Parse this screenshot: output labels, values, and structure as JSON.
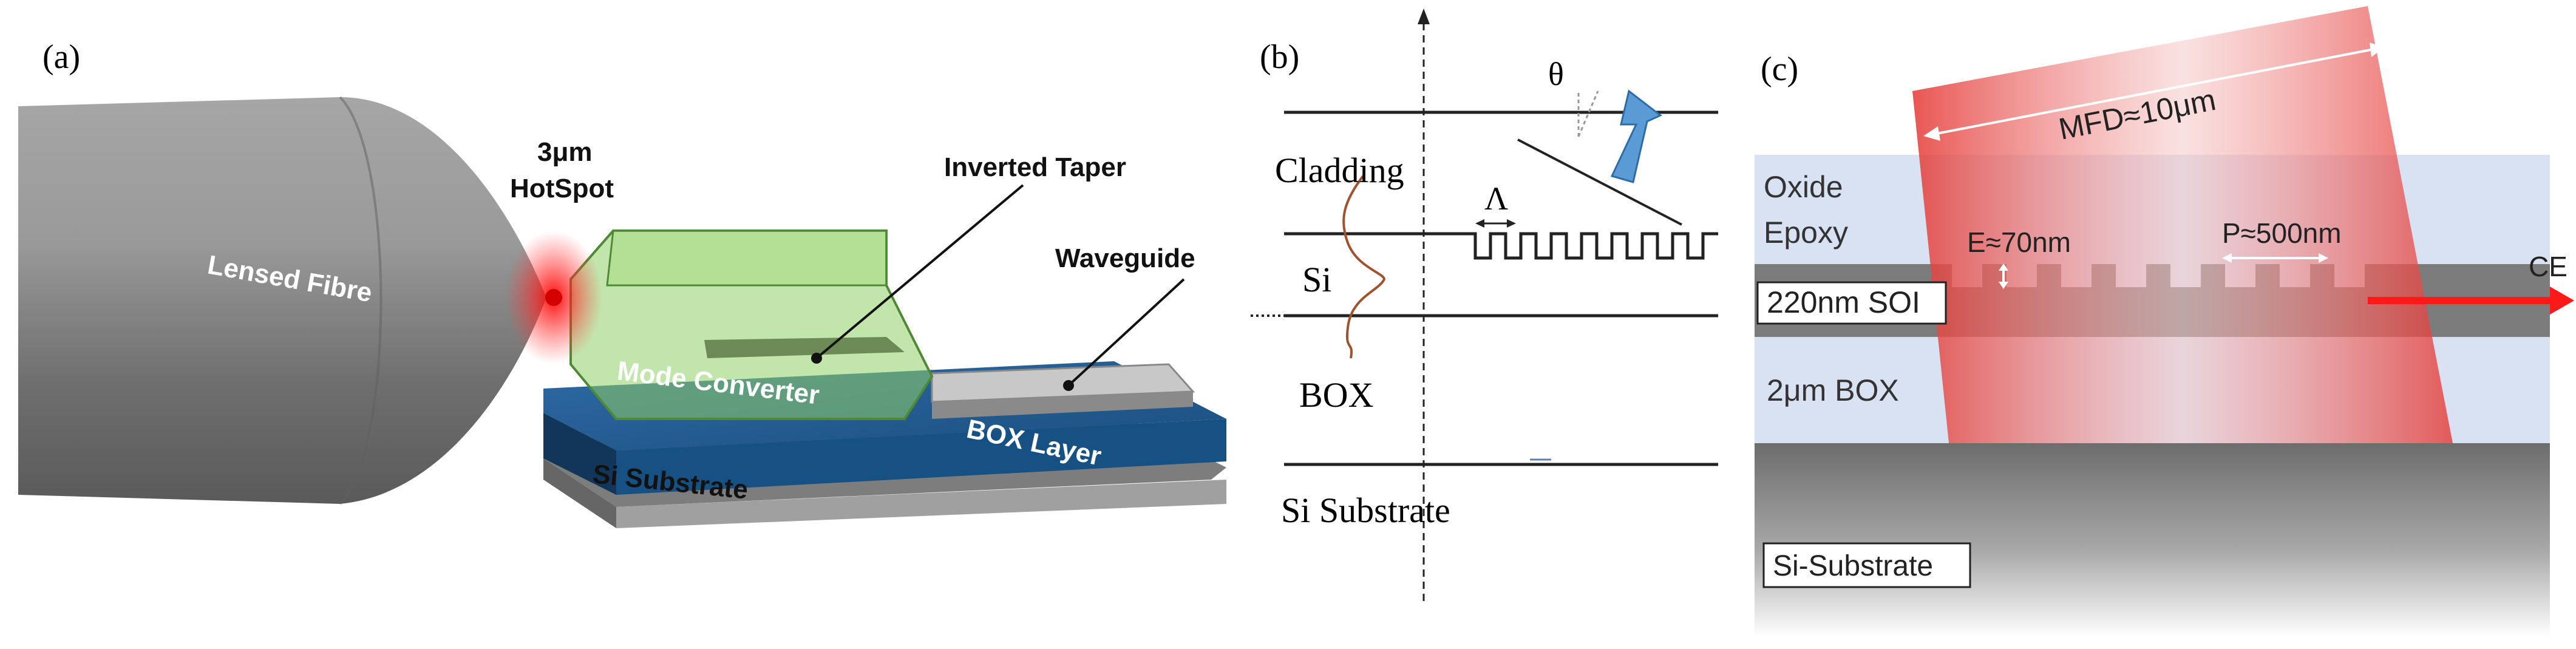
{
  "panel_labels": {
    "a": "(a)",
    "b": "(b)",
    "c": "(c)"
  },
  "panel_a": {
    "fibre_label": "Lensed Fibre",
    "hotspot_line1": "3μm",
    "hotspot_line2": "HotSpot",
    "inverted_taper": "Inverted Taper",
    "waveguide": "Waveguide",
    "mode_converter": "Mode Converter",
    "box_layer": "BOX Layer",
    "si_substrate": "Si Substrate"
  },
  "panel_b": {
    "theta": "θ",
    "lambda": "Λ",
    "cladding": "Cladding",
    "si": "Si",
    "box": "BOX",
    "si_substrate": "Si Substrate"
  },
  "panel_c": {
    "mfd": "MFD≈10μm",
    "oxide": "Oxide",
    "epoxy": "Epoxy",
    "etch_depth": "E≈70nm",
    "period": "P≈500nm",
    "ce": "CE",
    "soi": "220nm SOI",
    "box": "2μm BOX",
    "substrate": "Si-Substrate"
  },
  "colors": {
    "fibre_gray": "#8e8e8e",
    "oxide_blue": "#d9e2f2",
    "box_blue": "#1f4e79",
    "mode_converter_green": "#8bc34a",
    "beam_red": "#e53935",
    "arrow_blue": "#5b9bd5"
  }
}
